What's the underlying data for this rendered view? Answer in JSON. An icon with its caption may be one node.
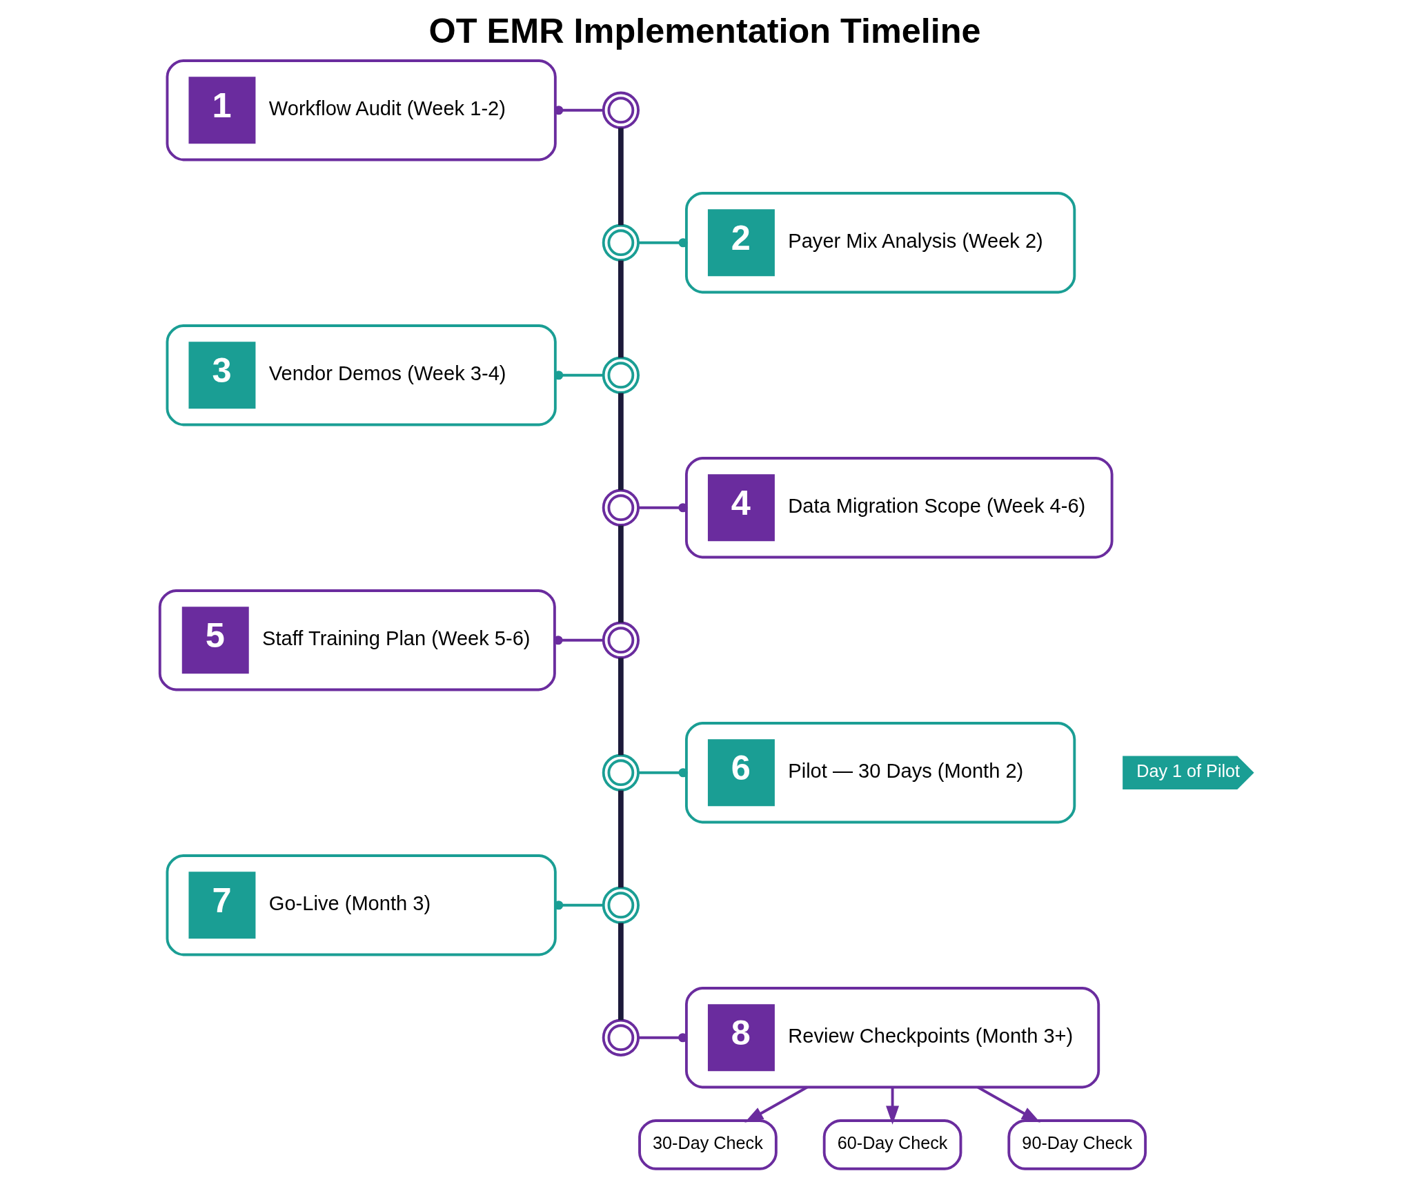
{
  "diagram": {
    "title": "OT EMR Implementation Timeline",
    "nodes": [
      {
        "text": [
          "1",
          "Workflow Audit (Week 1-2)"
        ]
      },
      {
        "text": [
          "2",
          "Payer Mix Analysis (Week 2)"
        ]
      },
      {
        "text": [
          "3",
          "Vendor Demos (Week 3-4)"
        ]
      },
      {
        "text": [
          "4",
          "Data Migration Scope (Week 4-6)"
        ]
      },
      {
        "text": [
          "5",
          "Staff Training Plan (Week 5-6)"
        ]
      },
      {
        "text": [
          "6",
          "Pilot — 30 Days (Month 2)"
        ]
      },
      {
        "text": [
          "7",
          "Go-Live (Month 3)"
        ]
      },
      {
        "text": [
          "8",
          "Review Checkpoints (Month 3+)"
        ]
      },
      {
        "text": [],
        "shape": "circle"
      },
      {
        "text": [],
        "shape": "circle"
      },
      {
        "text": [],
        "shape": "circle"
      },
      {
        "text": [],
        "shape": "circle"
      },
      {
        "text": [],
        "shape": "circle"
      },
      {
        "text": [],
        "shape": "circle"
      },
      {
        "text": [],
        "shape": "circle"
      },
      {
        "text": [],
        "shape": "circle"
      },
      {
        "text": [
          "Day 1 of Pilot"
        ]
      },
      {
        "text": [
          "30-Day Check"
        ]
      },
      {
        "text": [
          "60-Day Check"
        ]
      },
      {
        "text": [
          "90-Day Check"
        ]
      }
    ],
    "edges": [
      {
        "from": 0,
        "to": 8,
        "arrow": "other",
        "color": "#6a2c9e"
      },
      {
        "from": 1,
        "to": 9,
        "arrow": "other",
        "color": "#1a9e94"
      },
      {
        "from": 2,
        "to": 10,
        "arrow": "other",
        "color": "#1a9e94"
      },
      {
        "from": 3,
        "to": 11,
        "arrow": "other",
        "color": "#6a2c9e"
      },
      {
        "from": 4,
        "to": 12,
        "arrow": "other",
        "color": "#6a2c9e"
      },
      {
        "from": 5,
        "to": 13,
        "arrow": "other",
        "color": "#1a9e94"
      },
      {
        "from": 6,
        "to": 14,
        "arrow": "other",
        "color": "#1a9e94"
      },
      {
        "from": 7,
        "to": 15,
        "arrow": "other",
        "color": "#6a2c9e"
      },
      {
        "from": 8,
        "to": 9,
        "arrow": "none",
        "style": "thick",
        "color": "#1c1a3a"
      },
      {
        "from": 9,
        "to": 10,
        "arrow": "none",
        "style": "thick",
        "color": "#1c1a3a"
      },
      {
        "from": 10,
        "to": 11,
        "arrow": "none",
        "style": "thick",
        "color": "#1c1a3a"
      },
      {
        "from": 11,
        "to": 12,
        "arrow": "none",
        "style": "thick",
        "color": "#1c1a3a"
      },
      {
        "from": 12,
        "to": 13,
        "arrow": "none",
        "style": "thick",
        "color": "#1c1a3a"
      },
      {
        "from": 13,
        "to": 14,
        "arrow": "none",
        "style": "thick",
        "color": "#1c1a3a"
      },
      {
        "from": 14,
        "to": 15,
        "arrow": "none",
        "style": "thick",
        "color": "#1c1a3a"
      },
      {
        "from": 7,
        "to": 17,
        "arrow": "to",
        "color": "#6a2c9e"
      },
      {
        "from": 7,
        "to": 18,
        "arrow": "to",
        "color": "#6a2c9e"
      },
      {
        "from": 7,
        "to": 19,
        "arrow": "to",
        "color": "#6a2c9e"
      }
    ]
  }
}
